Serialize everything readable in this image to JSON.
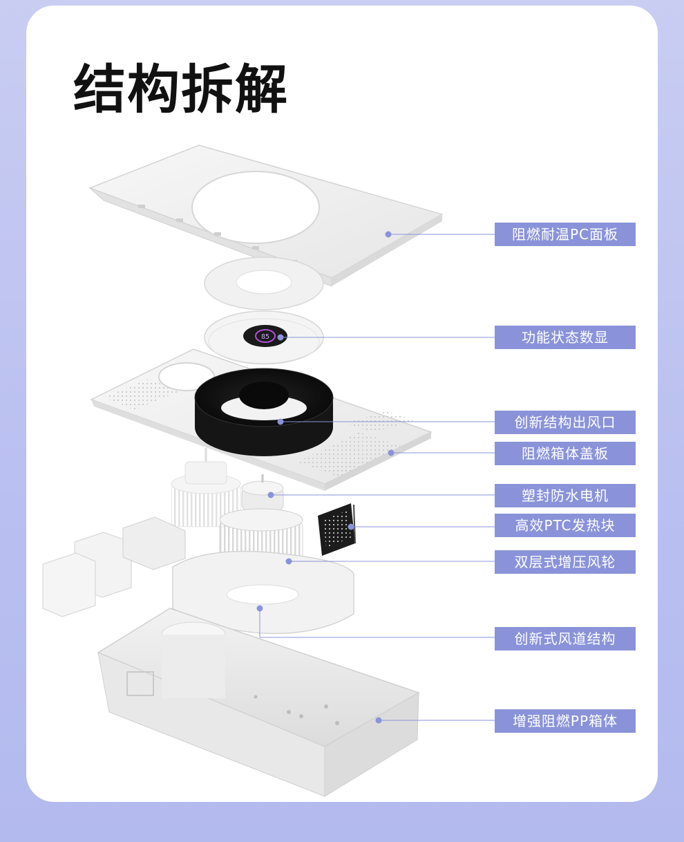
{
  "title": "结构拆解",
  "display_digits": "85",
  "labels": [
    "阻燃耐温PC面板",
    "功能状态数显",
    "创新结构出风口",
    "阻燃箱体盖板",
    "塑封防水电机",
    "高效PTC发热块",
    "双层式增压风轮",
    "创新式风道结构",
    "增强阻燃PP箱体"
  ],
  "colors": {
    "label_bg": "#8a93d9",
    "leader_line": "#8a93d9",
    "background": "#bcc2f0"
  }
}
